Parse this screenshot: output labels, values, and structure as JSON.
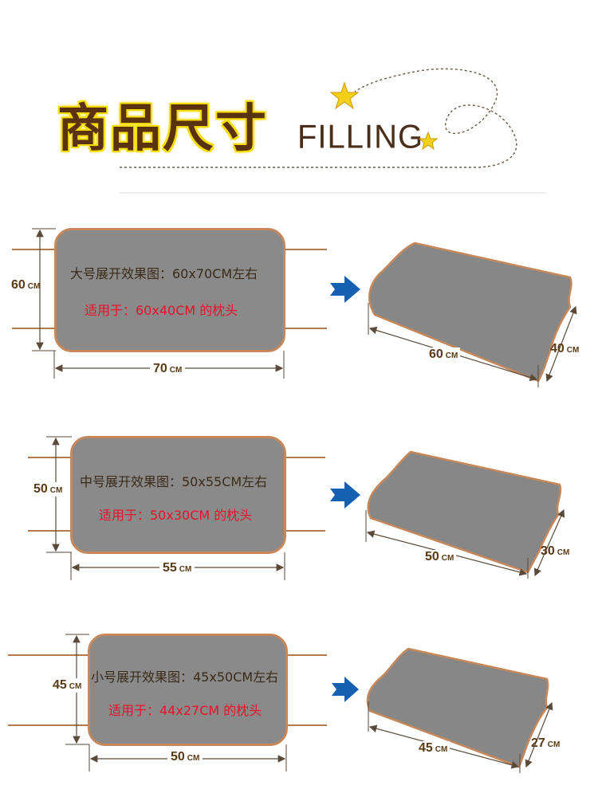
{
  "header": {
    "title_cn": "商品尺寸",
    "title_en": "FILLING"
  },
  "colors": {
    "panel_fill": "#8a8a8a",
    "panel_border": "#c6875b",
    "dimension_line": "#5a4a3a",
    "strap": "#b07a4e",
    "arrow": "#1560b0",
    "star": "#f4d01a",
    "spec_text": "#3a2a18",
    "fit_text": "#e8112a"
  },
  "sizes": [
    {
      "spec_label": "大号展开效果图：60x70CM左右",
      "fit_label": "适用于：60x40CM 的枕头",
      "flat_height_value": "60",
      "flat_height_unit": "CM",
      "flat_width_value": "70",
      "flat_width_unit": "CM",
      "pillow_length_value": "60",
      "pillow_length_unit": "CM",
      "pillow_width_value": "40",
      "pillow_width_unit": "CM"
    },
    {
      "spec_label": "中号展开效果图：50x55CM左右",
      "fit_label": "适用于：50x30CM 的枕头",
      "flat_height_value": "50",
      "flat_height_unit": "CM",
      "flat_width_value": "55",
      "flat_width_unit": "CM",
      "pillow_length_value": "50",
      "pillow_length_unit": "CM",
      "pillow_width_value": "30",
      "pillow_width_unit": "CM"
    },
    {
      "spec_label": "小号展开效果图：45x50CM左右",
      "fit_label": "适用于：44x27CM 的枕头",
      "flat_height_value": "45",
      "flat_height_unit": "CM",
      "flat_width_value": "50",
      "flat_width_unit": "CM",
      "pillow_length_value": "45",
      "pillow_length_unit": "CM",
      "pillow_width_value": "27",
      "pillow_width_unit": "CM"
    }
  ]
}
